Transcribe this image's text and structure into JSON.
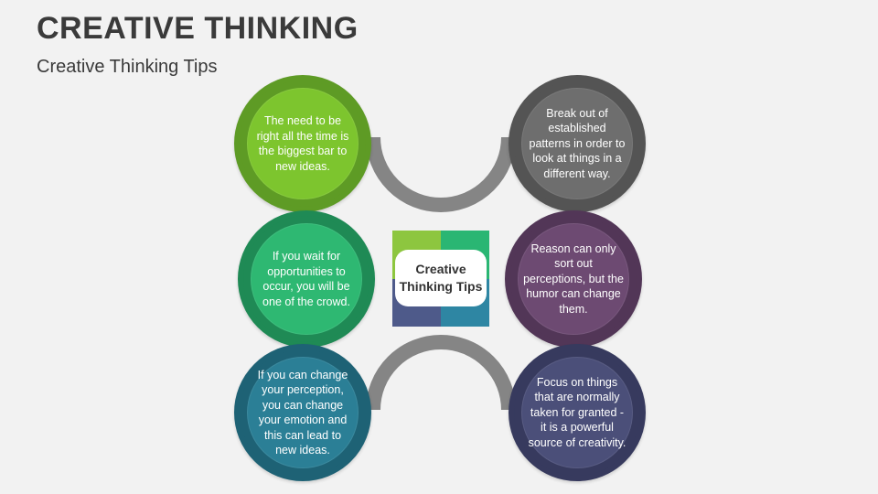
{
  "header": {
    "title": "CREATIVE THINKING",
    "subtitle": "Creative Thinking Tips"
  },
  "center": {
    "label": "Creative Thinking Tips",
    "colors": [
      "#8dc63f",
      "#2ab673",
      "#4e5a8a",
      "#2e86a3"
    ]
  },
  "tips": [
    {
      "text": "The need to be right all the time is the biggest bar to new ideas.",
      "color": "#7dc52e",
      "ring": "#5e9b25"
    },
    {
      "text": "If you wait for opportunities to occur, you will be one of the crowd.",
      "color": "#2eb872",
      "ring": "#1f8a55"
    },
    {
      "text": "If you can change your perception, you can change your emotion and this can lead to new ideas.",
      "color": "#2b7f96",
      "ring": "#1e6275"
    },
    {
      "text": "Break out of established patterns in order to look at things in a different way.",
      "color": "#6e6e6e",
      "ring": "#545454"
    },
    {
      "text": "Reason can only sort out perceptions, but the humor can change them.",
      "color": "#6d4a72",
      "ring": "#523657"
    },
    {
      "text": "Focus on things that are normally taken for granted - it is a powerful source of creativity.",
      "color": "#4b4f79",
      "ring": "#373a5e"
    }
  ]
}
